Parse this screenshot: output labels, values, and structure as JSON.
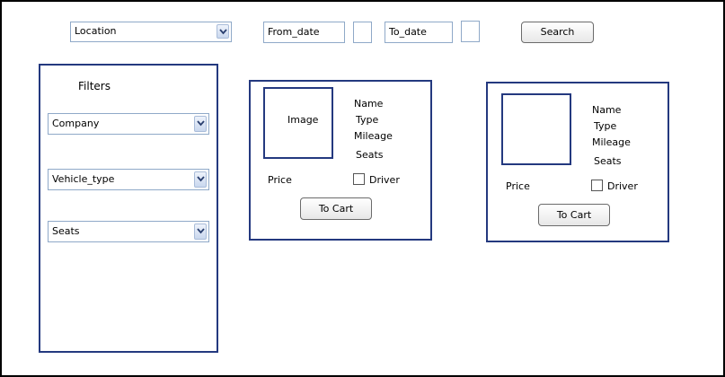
{
  "search_bar": {
    "location": "Location",
    "from_date": "From_date",
    "to_date": "To_date",
    "search_label": "Search"
  },
  "filters": {
    "title": "Filters",
    "company": "Company",
    "vehicle_type": "Vehicle_type",
    "seats": "Seats"
  },
  "cards": [
    {
      "image_label": "Image",
      "name": "Name",
      "type": "Type",
      "mileage": "Mileage",
      "seats": "Seats",
      "price": "Price",
      "driver": "Driver",
      "cart_label": "To Cart"
    },
    {
      "image_label": "",
      "name": "Name",
      "type": "Type",
      "mileage": "Mileage",
      "seats": "Seats",
      "price": "Price",
      "driver": "Driver",
      "cart_label": "To Cart"
    }
  ],
  "icons": {
    "dropdown": "chevron-down-icon",
    "checkbox": "checkbox-icon"
  },
  "colors": {
    "panel_border": "#24397f",
    "input_border": "#8fa9c8"
  }
}
